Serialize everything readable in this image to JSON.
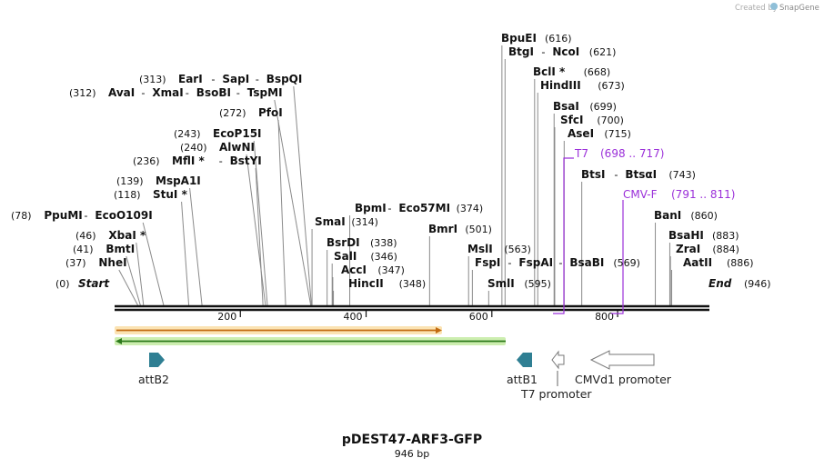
{
  "credit": {
    "created_by": "Created by",
    "brand": "SnapGene"
  },
  "map": {
    "title": "pDEST47-ARF3-GFP",
    "length": "946 bp",
    "start_label": "Start",
    "start_pos": "(0)",
    "end_label": "End",
    "end_pos": "(946)",
    "ruler_ticks": [
      "200",
      "400",
      "600",
      "800"
    ],
    "ruler_tick_values": [
      200,
      400,
      600,
      800
    ],
    "total_bp": 946
  },
  "sites": [
    {
      "name": "NheI",
      "pos": "(37)",
      "loc": 37
    },
    {
      "name": "BmtI",
      "pos": "(41)",
      "loc": 41
    },
    {
      "name": "XbaI *",
      "pos": "(46)",
      "loc": 46
    },
    {
      "name": "PpuMI",
      "pos": "(78)",
      "loc": 78
    },
    {
      "name": "EcoO109I",
      "pos": "",
      "loc": 78
    },
    {
      "name": "StuI *",
      "pos": "(118)",
      "loc": 118
    },
    {
      "name": "MspA1I",
      "pos": "(139)",
      "loc": 139
    },
    {
      "name": "MflI *",
      "pos": "(236)",
      "loc": 236
    },
    {
      "name": "BstYI",
      "pos": "",
      "loc": 236
    },
    {
      "name": "AlwNI",
      "pos": "(240)",
      "loc": 240
    },
    {
      "name": "EcoP15I",
      "pos": "(243)",
      "loc": 243
    },
    {
      "name": "PfoI",
      "pos": "(272)",
      "loc": 272
    },
    {
      "name": "AvaI",
      "pos": "(312)",
      "loc": 312
    },
    {
      "name": "XmaI",
      "pos": "",
      "loc": 312
    },
    {
      "name": "BsoBI",
      "pos": "",
      "loc": 312
    },
    {
      "name": "TspMI",
      "pos": "",
      "loc": 312
    },
    {
      "name": "EarI",
      "pos": "(313)",
      "loc": 313
    },
    {
      "name": "SapI",
      "pos": "",
      "loc": 313
    },
    {
      "name": "BspQI",
      "pos": "",
      "loc": 313
    },
    {
      "name": "SmaI",
      "pos": "(314)",
      "loc": 314
    },
    {
      "name": "BsrDI",
      "pos": "(338)",
      "loc": 338
    },
    {
      "name": "SalI",
      "pos": "(346)",
      "loc": 346
    },
    {
      "name": "AccI",
      "pos": "(347)",
      "loc": 347
    },
    {
      "name": "HincII",
      "pos": "(348)",
      "loc": 348
    },
    {
      "name": "BpmI",
      "pos": "(374)",
      "loc": 374
    },
    {
      "name": "Eco57MI",
      "pos": "",
      "loc": 374
    },
    {
      "name": "BmrI",
      "pos": "(501)",
      "loc": 501
    },
    {
      "name": "MslI",
      "pos": "(563)",
      "loc": 563
    },
    {
      "name": "FspI",
      "pos": "(569)",
      "loc": 569
    },
    {
      "name": "FspAI",
      "pos": "",
      "loc": 569
    },
    {
      "name": "BsaBI",
      "pos": "",
      "loc": 569
    },
    {
      "name": "SmlI",
      "pos": "(595)",
      "loc": 595
    },
    {
      "name": "BpuEI",
      "pos": "(616)",
      "loc": 616
    },
    {
      "name": "BtgI",
      "pos": "(621)",
      "loc": 621
    },
    {
      "name": "NcoI",
      "pos": "",
      "loc": 621
    },
    {
      "name": "BclI *",
      "pos": "(668)",
      "loc": 668
    },
    {
      "name": "HindIII",
      "pos": "(673)",
      "loc": 673
    },
    {
      "name": "BsaI",
      "pos": "(699)",
      "loc": 699
    },
    {
      "name": "SfcI",
      "pos": "(700)",
      "loc": 700
    },
    {
      "name": "AseI",
      "pos": "(715)",
      "loc": 715
    },
    {
      "name": "BtsI",
      "pos": "(743)",
      "loc": 743
    },
    {
      "name": "BtsαI",
      "pos": "",
      "loc": 743
    },
    {
      "name": "BanI",
      "pos": "(860)",
      "loc": 860
    },
    {
      "name": "BsaHI",
      "pos": "(883)",
      "loc": 883
    },
    {
      "name": "ZraI",
      "pos": "(884)",
      "loc": 884
    },
    {
      "name": "AatII",
      "pos": "(886)",
      "loc": 886
    }
  ],
  "primers": [
    {
      "name": "T7",
      "range": "(698 .. 717)",
      "start": 698,
      "end": 717,
      "color": "#9b30d9"
    },
    {
      "name": "CMV-F",
      "range": "(791 .. 811)",
      "start": 791,
      "end": 811,
      "color": "#9b30d9"
    }
  ],
  "features": [
    {
      "name": "attB2",
      "type": "arrow-right",
      "color": "#2f7f93"
    },
    {
      "name": "attB1",
      "type": "arrow-left",
      "color": "#2f7f93"
    },
    {
      "name": "T7 promoter",
      "type": "arrow-left-small",
      "color": "#ffffff"
    },
    {
      "name": "CMVd1 promoter",
      "type": "arrow-left-large",
      "color": "#ffffff"
    }
  ],
  "orfs": [
    {
      "direction": "forward",
      "color": "#f0a23a"
    },
    {
      "direction": "reverse",
      "color": "#8fd14f"
    }
  ]
}
